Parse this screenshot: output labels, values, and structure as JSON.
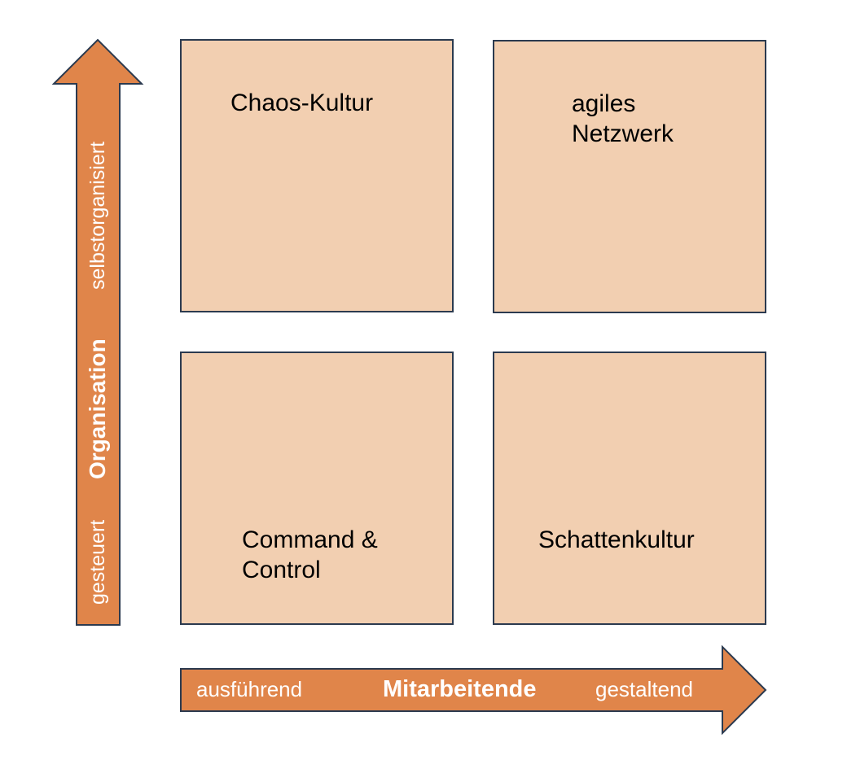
{
  "colors": {
    "quadrant_fill": "#f2cfb1",
    "quadrant_border": "#2b3a4f",
    "arrow_fill": "#e0854a",
    "arrow_border": "#2b3a4f",
    "axis_text": "#ffffff"
  },
  "quadrants": {
    "top_left": "Chaos-Kultur",
    "top_right": "agiles\nNetzwerk",
    "bottom_left": "Command &\nControl",
    "bottom_right": "Schattenkultur"
  },
  "y_axis": {
    "title": "Organisation",
    "low_label": "gesteuert",
    "high_label": "selbstorganisiert"
  },
  "x_axis": {
    "title": "Mitarbeitende",
    "low_label": "ausführend",
    "high_label": "gestaltend"
  }
}
